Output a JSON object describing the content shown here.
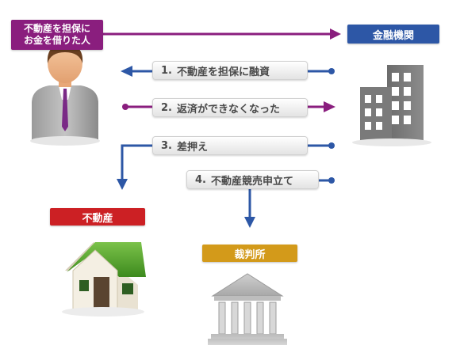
{
  "borrower_label": {
    "line1": "不動産を担保に",
    "line2": "お金を借りた人"
  },
  "bank_label": "金融機関",
  "real_estate_label": "不動産",
  "court_label": "裁判所",
  "steps": [
    {
      "num": "1.",
      "text": "不動産を担保に融資"
    },
    {
      "num": "2.",
      "text": "返済ができなくなった"
    },
    {
      "num": "3.",
      "text": "差押え"
    },
    {
      "num": "4.",
      "text": "不動産競売申立て"
    }
  ],
  "colors": {
    "purple": "#8a1e7e",
    "blue": "#2d57a6",
    "red": "#cc2024",
    "gold": "#d39a1a",
    "step_text": "#4a4a4a"
  },
  "icons": [
    "person-icon",
    "building-icon",
    "house-icon",
    "court-building-icon"
  ]
}
